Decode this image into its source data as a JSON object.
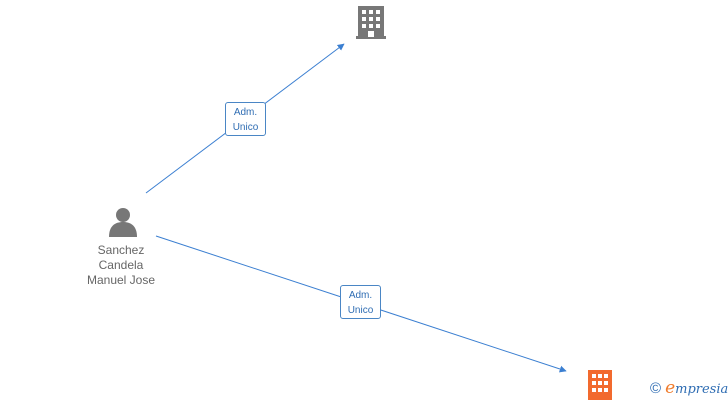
{
  "person": {
    "name_lines": [
      "Sanchez",
      "Candela",
      "Manuel Jose"
    ],
    "icon": "person-icon",
    "color": "#777777"
  },
  "companies": [
    {
      "icon": "building-icon",
      "color": "#777777"
    },
    {
      "icon": "building-icon",
      "color": "#f26a2e"
    }
  ],
  "edges": [
    {
      "line1": "Adm.",
      "line2": "Unico",
      "color": "#3b7fd1"
    },
    {
      "line1": "Adm.",
      "line2": "Unico",
      "color": "#3b7fd1"
    }
  ],
  "brand": {
    "copyright": "©",
    "initial": "e",
    "rest": "mpresia",
    "accent": "#f07c2d"
  }
}
